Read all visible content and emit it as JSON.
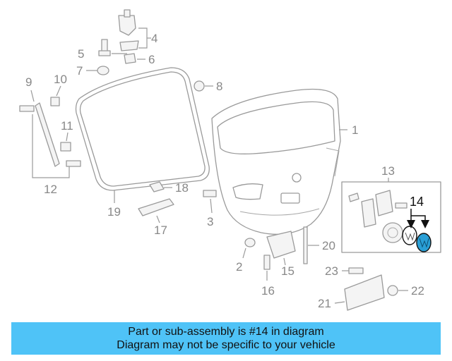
{
  "diagram": {
    "callouts": [
      "1",
      "2",
      "3",
      "4",
      "5",
      "6",
      "7",
      "8",
      "9",
      "10",
      "11",
      "12",
      "13",
      "14",
      "15",
      "16",
      "17",
      "18",
      "19",
      "20",
      "21",
      "22",
      "23"
    ],
    "highlight_color": "#2a9fd6"
  },
  "banner": {
    "line1": "Part or sub-assembly is #14 in diagram",
    "line2": "Diagram may not be specific to your vehicle",
    "color": "#4fc3f7"
  }
}
